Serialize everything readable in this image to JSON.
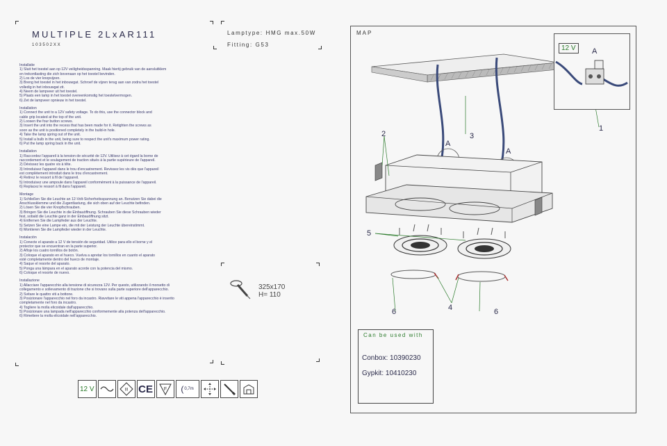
{
  "header": {
    "title": "MULTIPLE 2LxAR111",
    "code": "103502XX"
  },
  "specs": {
    "lamptype": "Lamptype: HMG max.50W",
    "fitting": "Fitting: G53"
  },
  "instructions": [
    {
      "heading": "Installatie",
      "lines": [
        "1) Sluit het toestel aan op 12V veiligheidsspanning. Maak hiertij gebruik van de aansluitklem",
        "en trekontlasting die zich bovenaan op het toestel bevinden.",
        "2) Los de vier knopvijzen.",
        "3) Breng het toestel in het inbouwgat. Schroef de vijzen terug aan van zodra het toestel",
        "volledig in het inbouwgat zit.",
        "4) Neem de lampveer uit het toestel.",
        "5) Plaats een lamp in het toestel overeenkomstig het toestelvermogen.",
        "6) Zet de lampveer opnieuw in het toestel."
      ]
    },
    {
      "heading": "Installation",
      "lines": [
        "1) Connect the unit to a 12V safety voltage. To do this, use the connector block and",
        "cable grip located at the top of the unit.",
        "2) Loosen the four button screws.",
        "3) Insert the unit into the recess that has been made for it. Retighten the screws as",
        "soon as the unit is positioned completely in the build-in hole.",
        "4) Take the lamp spring out of the unit.",
        "5) Install a bulb in the unit, being sure to respect the unit's maximum power rating.",
        "6) Put the lamp spring back in the unit."
      ]
    },
    {
      "heading": "Installation",
      "lines": [
        "1) Raccordez l'appareil à la tension de sécurité de 12V. Utilisez à cet égard la borne de",
        "raccordement et le soulagement de traction situés à la partie supérieure de l'appareil.",
        "2) Dévissez les quatre vis à tête.",
        "3) Introduisez l'appareil dans le trou d'encastrement. Revissez les vis dès que l'appareil",
        "est complètement introduit dans le trou d'encastrement.",
        "4) Retirez le ressort à fil de l'appareil.",
        "5) Introduisez une ampoule dans l'appareil conformément à la puissance de l'appareil.",
        "6) Replacez le ressort à fil dans l'appareil."
      ]
    },
    {
      "heading": "Montage",
      "lines": [
        "1) Schließen Sie die Leuchte an 12-Volt-Sicherheitsspannung an. Benutzen Sie dabei die",
        "Anschlussklemme und die Zugentlastung, die sich oben auf der Leuchte befinden.",
        "2) Lösen Sie die vier Knopfschrauben.",
        "3) Bringen Sie die Leuchte in die Einbauöffnung. Schrauben Sie diese Schrauben wieder",
        "fest, sobald die Leuchte ganz in der Einbauöffnung sitzt.",
        "4) Entfernen Sie die Lampfeder aus der Leuchte.",
        "5) Setzen Sie eine Lampe ein, die mit der Leistung der Leuchte übereinstimmt.",
        "6) Montieren Sie die Lampfeder wieder in der Leuchte."
      ]
    },
    {
      "heading": "Instalación",
      "lines": [
        "1) Conecte el aparato a 12 V de tensión de seguridad. Utilice para ello el borne y el",
        "protector que se encuentran en la parte superior.",
        "2) Afloje los cuatro tornillos de botón.",
        "3) Coloque el aparato en el hueco. Vuelva a apretar los tornillos en cuanto el aparato",
        "esté completamente dentro del hueco de montaje.",
        "4) Saque el resorte del aparato.",
        "5) Ponga una lámpara en el aparato acorde con la potencia del mismo.",
        "6) Coloque el resorte de nuevo."
      ]
    },
    {
      "heading": "Installazione",
      "lines": [
        "1) Allacciare l'apparecchio alla tensione di sicurezza 12V. Per questo, utilizzando il morsetto di",
        "collegamento e sollevamento di trazione che si trovano sulla parte superiore dell'apparecchio.",
        "2) Svitare le quattro viti a bottone.",
        "3) Posizionare l'apparecchio nel foro da incastro. Riavvitare le viti appena l'apparecchio è inserito",
        "completamente nel foro da incastro.",
        "4) Togliere la molla elicoidale dall'apparecchio.",
        "5) Posizionare una lampada nell'apparecchio conformemente alla potenza dell'apparecchio.",
        "6) Rimettere la molla elicoidale nell'apparecchio."
      ]
    }
  ],
  "dimensions": {
    "size": "325x170",
    "height": "H= 110"
  },
  "map": {
    "label": "MAP",
    "inset_voltage": "12 V",
    "callouts": {
      "a": "A",
      "one": "1",
      "two": "2",
      "three": "3",
      "four": "4",
      "five": "5",
      "six": "6"
    }
  },
  "can_be_used": {
    "heading": "Can be used with",
    "conbox": "Conbox: 10390230",
    "gypkit": "Gypkit: 10410230"
  },
  "symbols": {
    "voltage": "12 V",
    "ce": "CE",
    "f_mark": "F",
    "distance": "0,7m",
    "class": "III"
  },
  "colors": {
    "text_blue": "#3a3a6e",
    "green": "#2a7a2a",
    "cable": "#3a4a7a"
  }
}
